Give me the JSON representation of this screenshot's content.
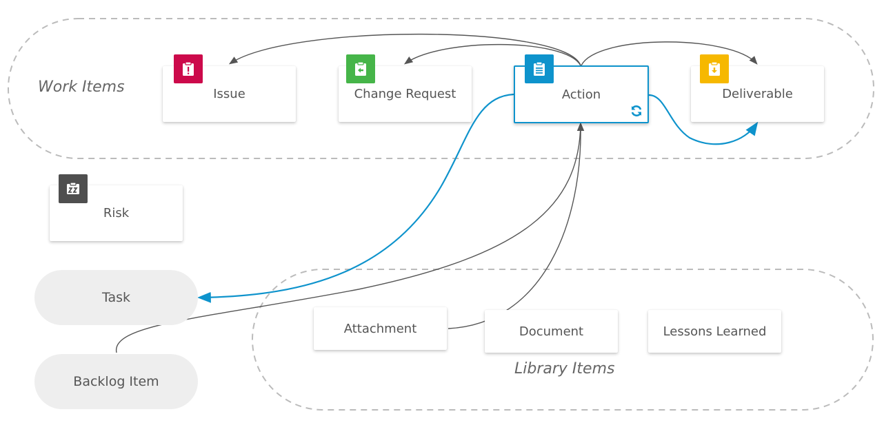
{
  "groups": {
    "work_items": "Work Items",
    "library_items": "Library Items"
  },
  "nodes": {
    "issue": {
      "label": "Issue",
      "icon": "alert-clipboard-icon",
      "color": "#cc0a4b"
    },
    "change_request": {
      "label": "Change Request",
      "icon": "back-arrow-clipboard-icon",
      "color": "#46b549"
    },
    "action": {
      "label": "Action",
      "icon": "clipboard-list-icon",
      "color": "#0e93cc",
      "selected": true,
      "status_icon": "refresh-icon"
    },
    "deliverable": {
      "label": "Deliverable",
      "icon": "download-clipboard-icon",
      "color": "#f6b800"
    },
    "risk": {
      "label": "Risk",
      "icon": "risk-clipboard-icon",
      "color": "#4f4f4f"
    },
    "task": {
      "label": "Task"
    },
    "backlog_item": {
      "label": "Backlog Item"
    },
    "attachment": {
      "label": "Attachment"
    },
    "document": {
      "label": "Document"
    },
    "lessons_learned": {
      "label": "Lessons Learned"
    }
  },
  "colors": {
    "highlight": "#0e93cc",
    "connector": "#555555",
    "group_border": "#bbbbbb"
  }
}
